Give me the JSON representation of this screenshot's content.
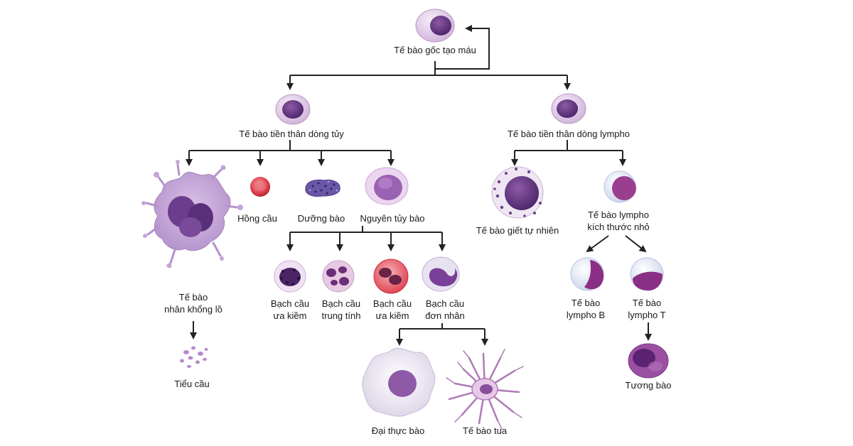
{
  "colors": {
    "line": "#222222",
    "stem_cell": "#e9d6ee",
    "nucleus_dark": "#5a2f7a",
    "red_cell": "#e0414f",
    "mast_cell": "#6a57a8",
    "neutrophil": "#d8b5d3",
    "eosinophil": "#e64c56",
    "lymphocyte_light": "#dce6f5"
  },
  "labels": {
    "stem": "Tế bào gốc tạo máu",
    "myeloid_progenitor": "Tế bào tiền thân dòng tủy",
    "lymphoid_progenitor": "Tế bào tiền thân dòng lympho",
    "megakaryocyte": "Tế bào\nnhân khổng lồ",
    "platelet": "Tiểu cầu",
    "erythrocyte": "Hồng cầu",
    "mast_cell": "Dưỡng bào",
    "myeloblast": "Nguyên tủy bào",
    "basophil": "Bạch cầu\nưa kiềm",
    "neutrophil": "Bạch cầu\ntrung tính",
    "eosinophil": "Bạch cầu\nưa kiềm",
    "monocyte": "Bạch cầu\nđơn nhân",
    "macrophage": "Đại thực bào",
    "dendritic_cell": "Tế bào tua",
    "nk_cell": "Tế bào giết tự nhiên",
    "small_lymphocyte": "Tế bào lympho\nkích thước nhỏ",
    "b_cell": "Tế bào\nlympho B",
    "t_cell": "Tế bào\nlympho T",
    "plasma_cell": "Tương bào"
  }
}
